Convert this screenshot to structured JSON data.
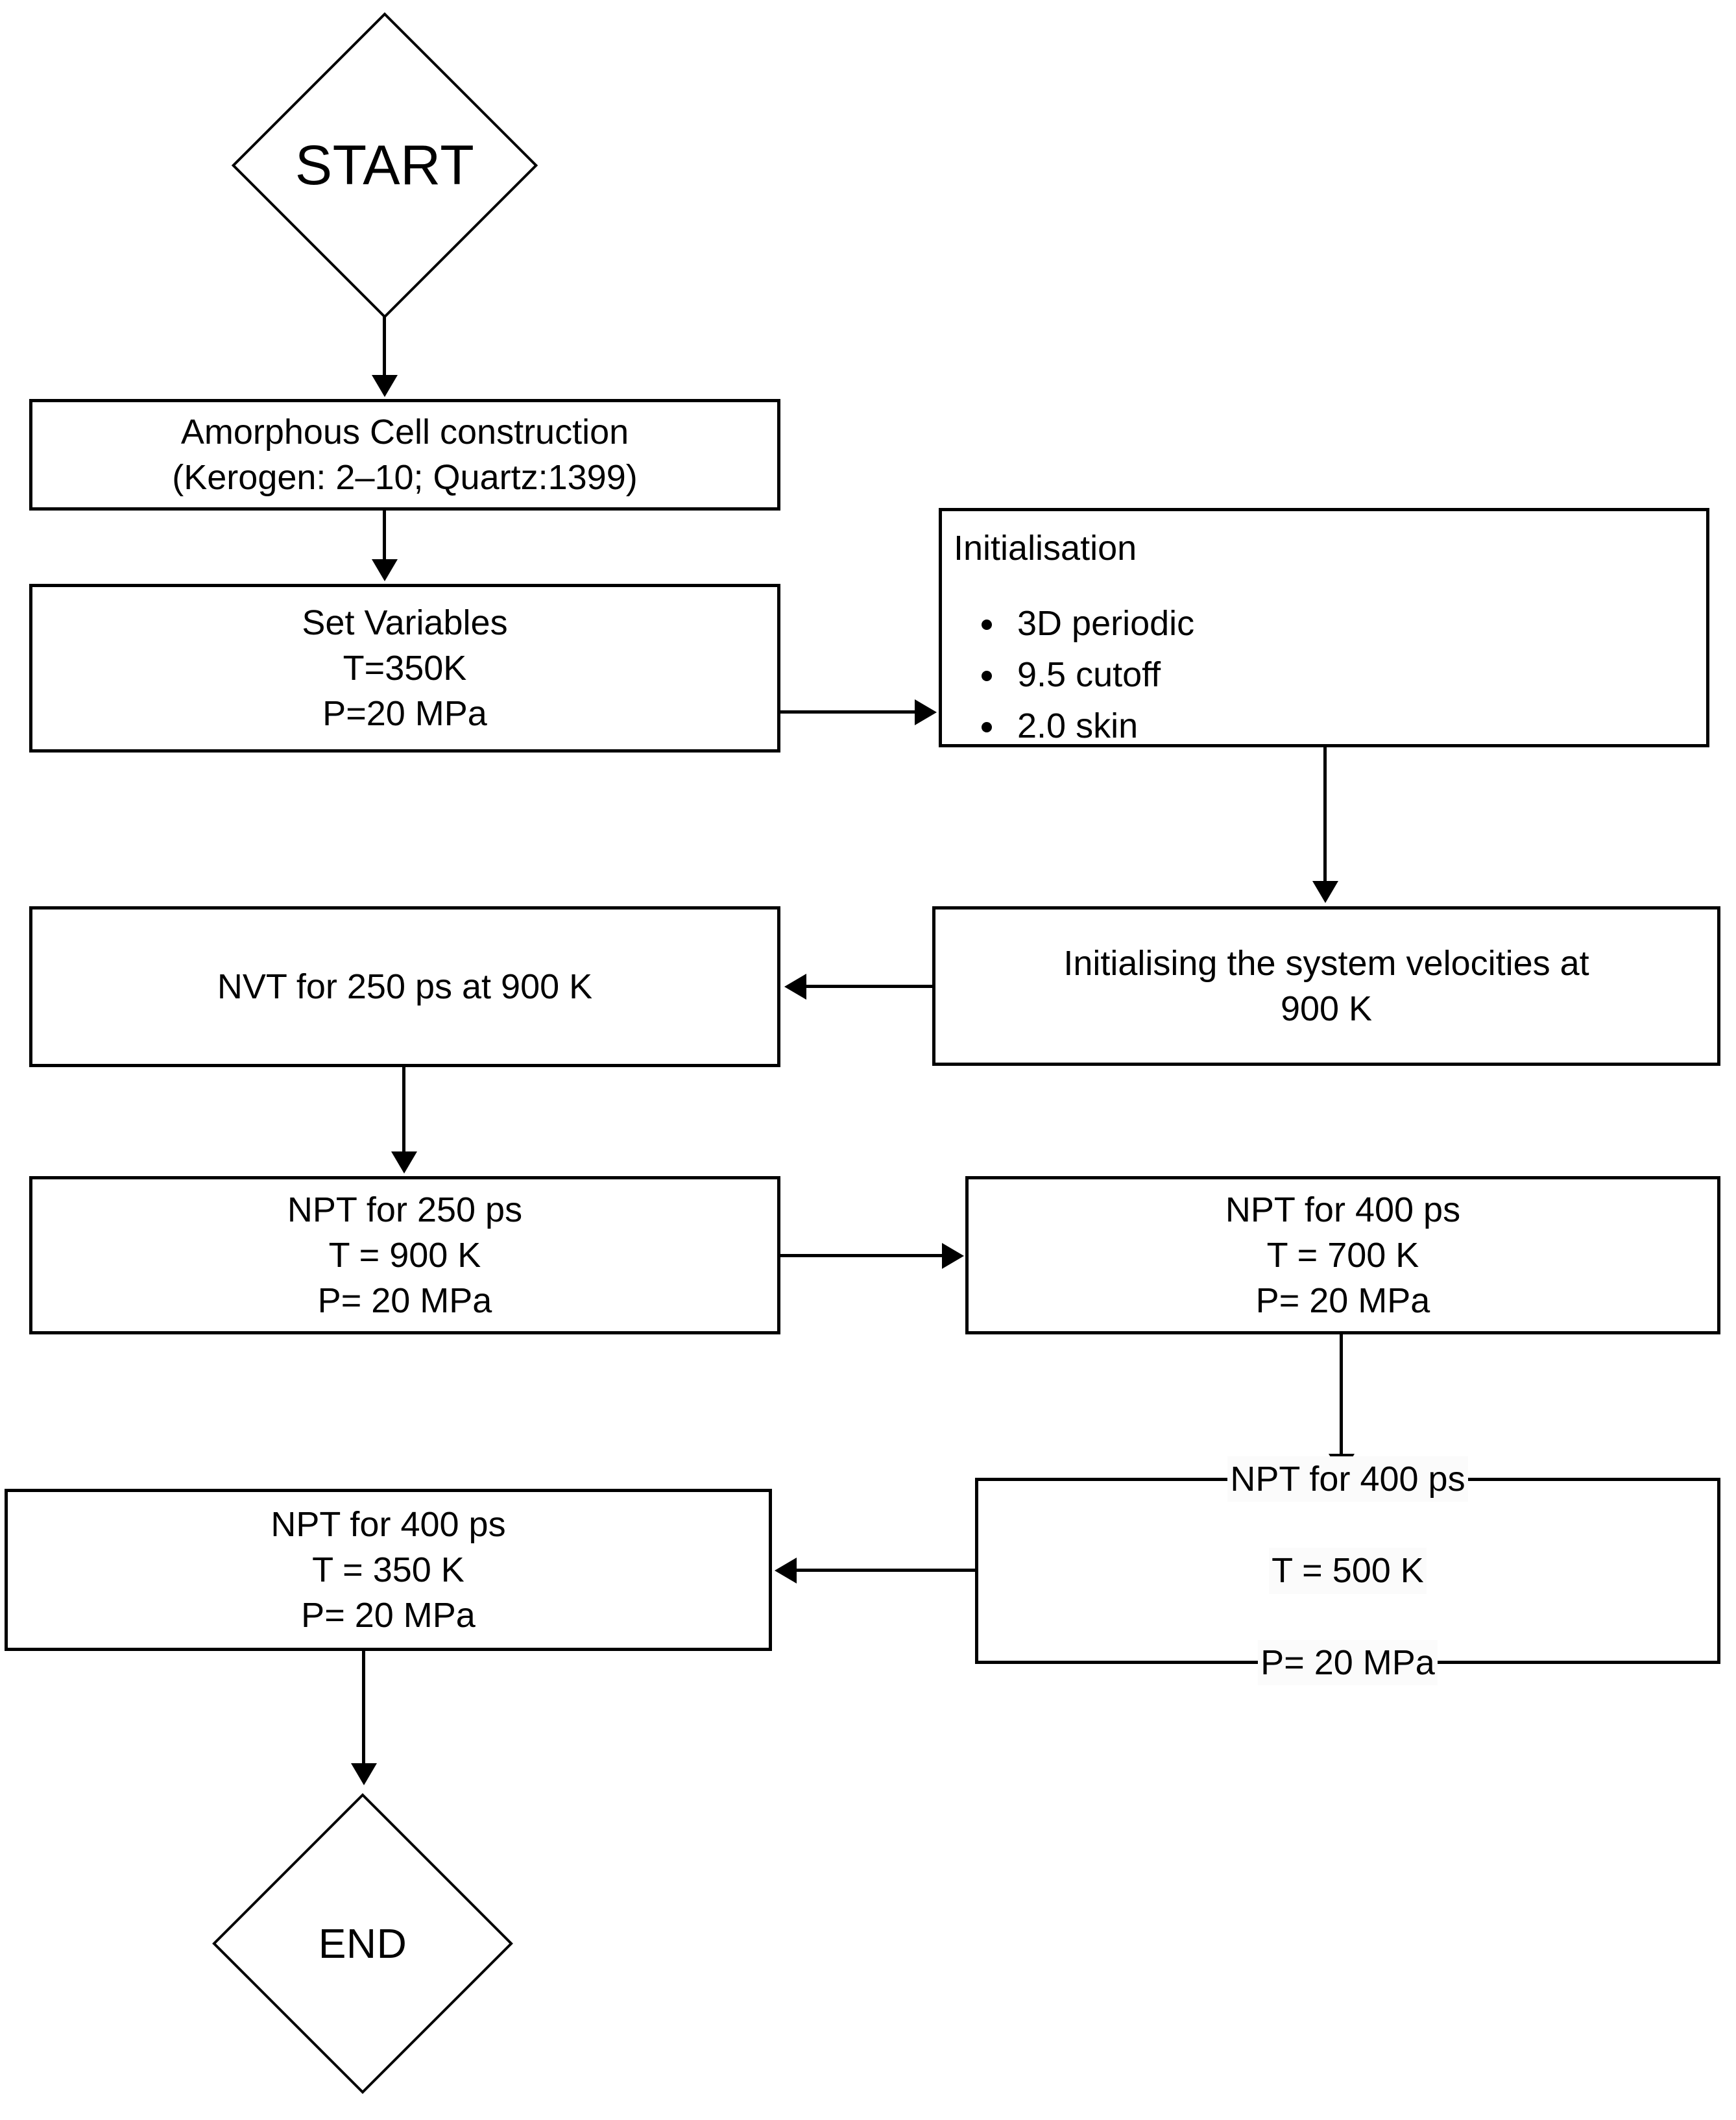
{
  "diagram": {
    "title": "Molecular dynamics simulation workflow flowchart",
    "stroke_color": "#000000",
    "background_color": "#ffffff"
  },
  "nodes": {
    "start": {
      "label": "START",
      "shape": "diamond"
    },
    "amorphous_cell": {
      "shape": "rectangle",
      "lines": [
        "Amorphous Cell construction",
        "(Kerogen: 2–10; Quartz:1399)"
      ]
    },
    "set_variables": {
      "shape": "rectangle",
      "lines": [
        "Set Variables",
        "T=350K",
        "P=20 MPa"
      ]
    },
    "initialisation": {
      "shape": "rectangle",
      "heading": "Initialisation",
      "bullets": [
        "3D periodic",
        "9.5 cutoff",
        "2.0 skin"
      ]
    },
    "init_velocities": {
      "shape": "rectangle",
      "lines": [
        "Initialising the system velocities at",
        "900 K"
      ]
    },
    "nvt": {
      "shape": "rectangle",
      "lines": [
        "NVT for 250 ps at 900 K"
      ]
    },
    "npt_900": {
      "shape": "rectangle",
      "lines": [
        "NPT for 250 ps",
        "T = 900 K",
        "P= 20 MPa"
      ]
    },
    "npt_700": {
      "shape": "rectangle",
      "lines": [
        "NPT for 400 ps",
        "T = 700 K",
        "P= 20 MPa"
      ]
    },
    "npt_500": {
      "shape": "rectangle",
      "lines": [
        "NPT for 400 ps",
        "T = 500 K",
        "P= 20 MPa"
      ]
    },
    "npt_350": {
      "shape": "rectangle",
      "lines": [
        "NPT for 400 ps",
        "T = 350 K",
        "P= 20 MPa"
      ]
    },
    "end": {
      "label": "END",
      "shape": "diamond"
    }
  },
  "edges": [
    {
      "from": "start",
      "to": "amorphous_cell",
      "direction": "down"
    },
    {
      "from": "amorphous_cell",
      "to": "set_variables",
      "direction": "down"
    },
    {
      "from": "set_variables",
      "to": "initialisation",
      "direction": "right"
    },
    {
      "from": "initialisation",
      "to": "init_velocities",
      "direction": "down"
    },
    {
      "from": "init_velocities",
      "to": "nvt",
      "direction": "left"
    },
    {
      "from": "nvt",
      "to": "npt_900",
      "direction": "down"
    },
    {
      "from": "npt_900",
      "to": "npt_700",
      "direction": "right"
    },
    {
      "from": "npt_700",
      "to": "npt_500",
      "direction": "down"
    },
    {
      "from": "npt_500",
      "to": "npt_350",
      "direction": "left"
    },
    {
      "from": "npt_350",
      "to": "end",
      "direction": "down"
    }
  ]
}
